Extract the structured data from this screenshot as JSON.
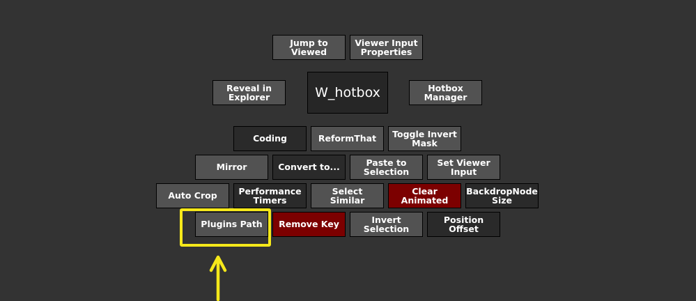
{
  "hotbox": {
    "title": "W_hotbox",
    "buttons": {
      "jump_to_viewed": "Jump to\nViewed",
      "viewer_input_properties": "Viewer Input\nProperties",
      "reveal_in_explorer": "Reveal in\nExplorer",
      "hotbox_manager": "Hotbox\nManager",
      "coding": "Coding",
      "reformthat": "ReformThat",
      "toggle_invert_mask": "Toggle Invert\nMask",
      "mirror": "Mirror",
      "convert_to": "Convert to...",
      "paste_to_selection": "Paste to\nSelection",
      "set_viewer_input": "Set Viewer\nInput",
      "auto_crop": "Auto Crop",
      "performance_timers": "Performance\nTimers",
      "select_similar": "Select Similar",
      "clear_animated": "Clear Animated",
      "backdropnode_size": "BackdropNode\nSize",
      "plugins_path": "Plugins Path",
      "remove_key": "Remove Key",
      "invert_selection": "Invert\nSelection",
      "position_offset": "Position Offset"
    }
  },
  "annotation": {
    "highlight_color": "#f5e81a",
    "arrow_icon": "up-arrow-icon"
  },
  "colors": {
    "background": "#333333",
    "button_light": "#525252",
    "button_dark": "#2a2a2a",
    "button_red": "#7c0000",
    "text": "#ffffff"
  }
}
